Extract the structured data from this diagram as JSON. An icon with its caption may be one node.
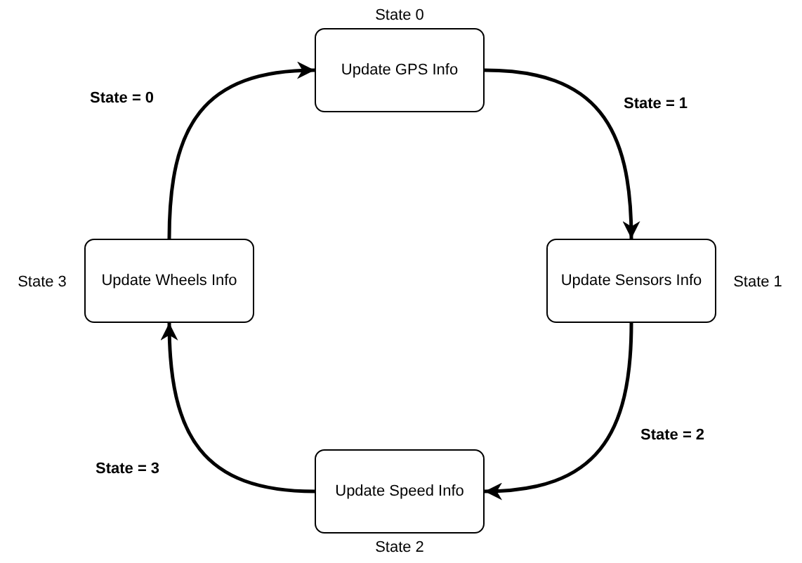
{
  "diagram": {
    "nodes": [
      {
        "text": [
          "Update GPS Info"
        ],
        "beside": [
          "State 0"
        ]
      },
      {
        "text": [
          "Update Sensors Info"
        ],
        "beside": [
          "State 1"
        ]
      },
      {
        "text": [
          "Update Speed Info"
        ],
        "beside": [
          "State 2"
        ]
      },
      {
        "text": [
          "Update Wheels Info"
        ],
        "beside": [
          "State 3"
        ]
      }
    ],
    "edges": [
      {
        "from": 0,
        "to": 1,
        "arrow": "to",
        "label": "State = 1"
      },
      {
        "from": 1,
        "to": 2,
        "arrow": "to",
        "label": "State = 2"
      },
      {
        "from": 2,
        "to": 3,
        "arrow": "to",
        "label": "State = 3"
      },
      {
        "from": 3,
        "to": 0,
        "arrow": "to",
        "label": "State = 0"
      }
    ]
  }
}
